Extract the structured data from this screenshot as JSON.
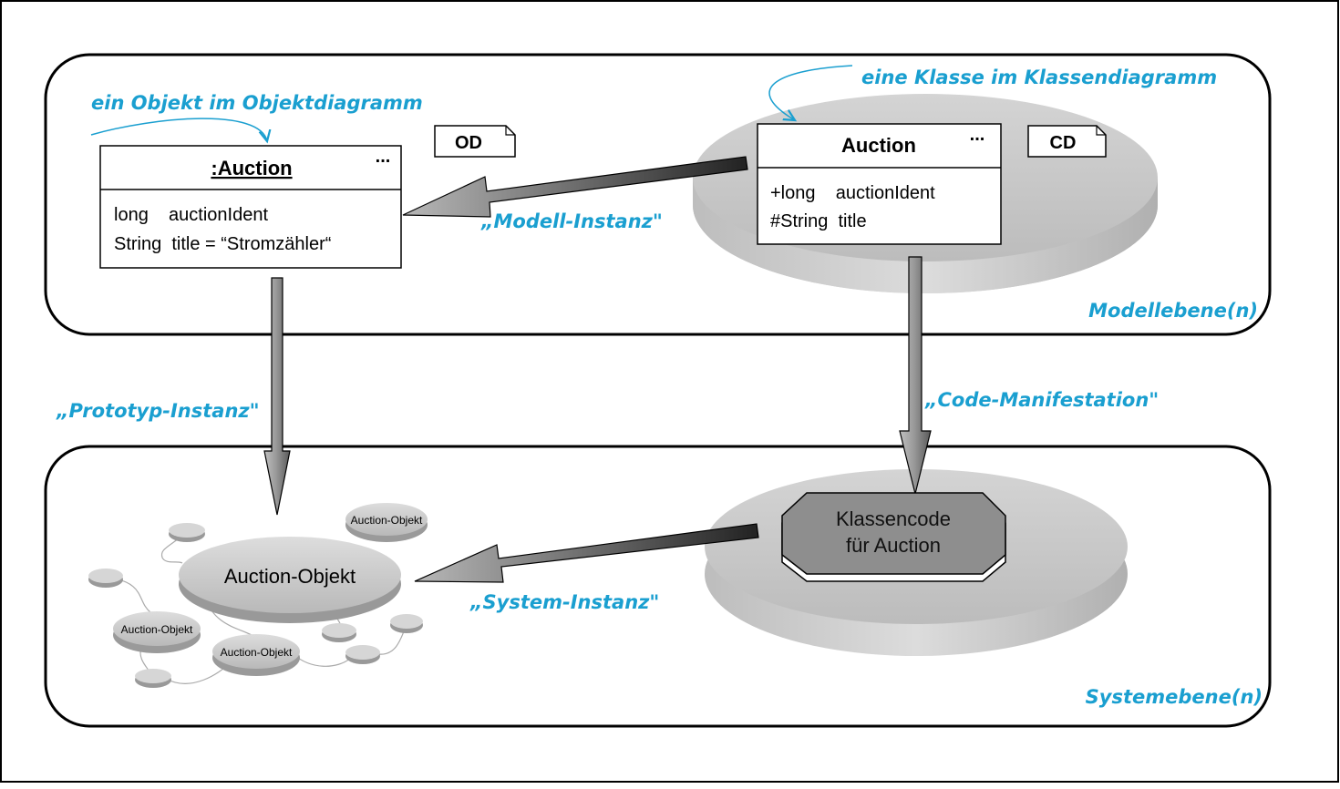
{
  "object_diagram": {
    "tag": "OD",
    "annotation": "ein Objekt im Objektdiagramm",
    "box": {
      "title": ":Auction",
      "dots": "...",
      "attributes": [
        "long    auctionIdent",
        "String  title = “Stromzähler“"
      ]
    }
  },
  "class_diagram": {
    "tag": "CD",
    "annotation": "eine Klasse im Klassendiagramm",
    "box": {
      "title": "Auction",
      "dots": "...",
      "attributes": [
        "+long    auctionIdent",
        "#String  title"
      ]
    }
  },
  "levels": {
    "model": "Modellebene(n)",
    "system": "Systemebene(n)"
  },
  "relations": {
    "model_instance": "„Modell-Instanz\"",
    "prototype_instance": "„Prototyp-Instanz\"",
    "code_manifestation": "„Code-Manifestation\"",
    "system_instance": "„System-Instanz\""
  },
  "class_code": [
    "Klassencode",
    "für Auction"
  ],
  "objects": {
    "main": "Auction-Objekt",
    "small": [
      "Auction-Objekt",
      "Auction-Objekt",
      "Auction-Objekt"
    ]
  },
  "colors": {
    "annotation": "#1a9fd0",
    "disk": "#c8c8c8",
    "octagon": "#8e8e8e"
  }
}
